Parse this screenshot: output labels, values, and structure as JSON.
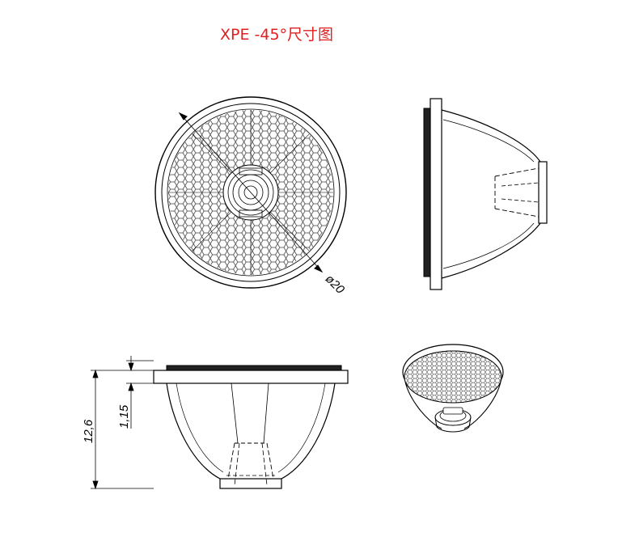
{
  "title": "XPE -45°尺寸图",
  "dimensions": {
    "diameter": "ø20",
    "height_total": "12,6",
    "flange_thickness": "1,15"
  },
  "colors": {
    "title": "#e02020",
    "line": "#000000",
    "hex_grid": "#555555"
  }
}
